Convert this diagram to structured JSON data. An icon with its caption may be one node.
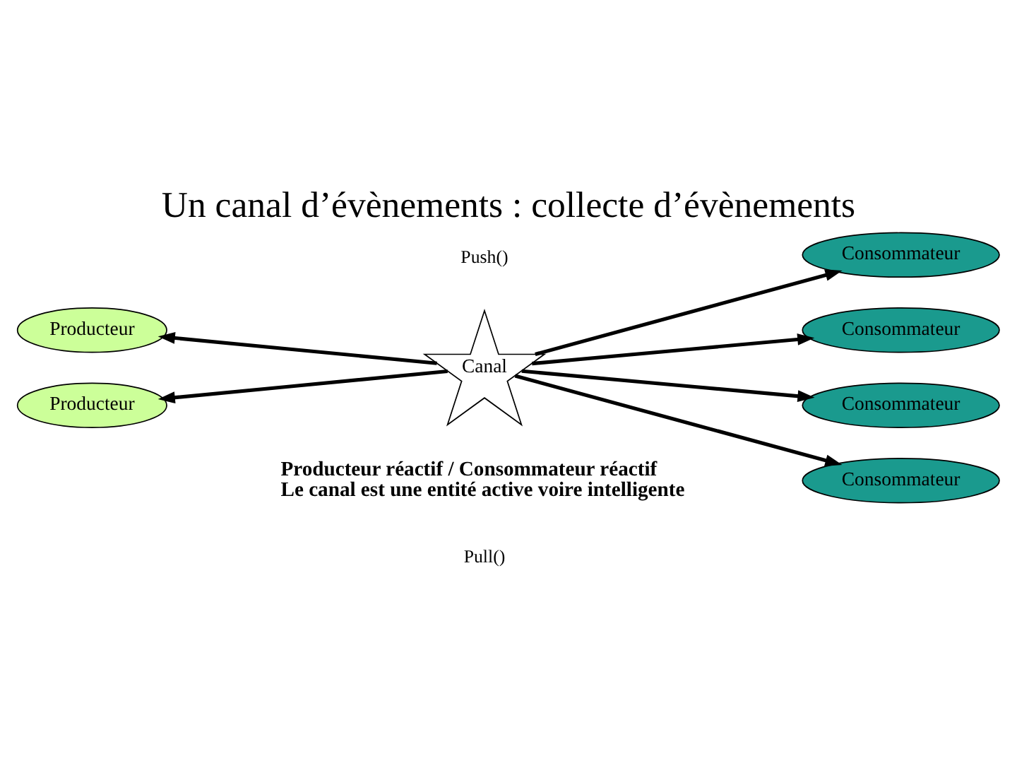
{
  "diagram": {
    "title": "Un canal d’évènements : collecte d’évènements",
    "nodes": [
      {
        "text": [
          "Consommateur"
        ]
      },
      {
        "text": [
          "Producteur"
        ]
      },
      {
        "text": [
          "Consommateur"
        ]
      },
      {
        "text": [
          "Producteur"
        ]
      },
      {
        "text": [
          "Canal"
        ]
      },
      {
        "text": [
          "Consommateur"
        ]
      },
      {
        "text": [
          "Consommateur"
        ]
      }
    ],
    "edges": [
      {
        "from": 4,
        "to": 1,
        "arrow": "to"
      },
      {
        "from": 4,
        "to": 3,
        "arrow": "to"
      },
      {
        "from": 4,
        "to": 0,
        "arrow": "to"
      },
      {
        "from": 4,
        "to": 2,
        "arrow": "to"
      },
      {
        "from": 4,
        "to": 5,
        "arrow": "to"
      },
      {
        "from": 4,
        "to": 6,
        "arrow": "to"
      }
    ],
    "labels": [
      "Push()",
      "Pull()",
      "Producteur réactif / Consommateur réactif",
      "Le canal est une entité active voire intelligente"
    ]
  }
}
